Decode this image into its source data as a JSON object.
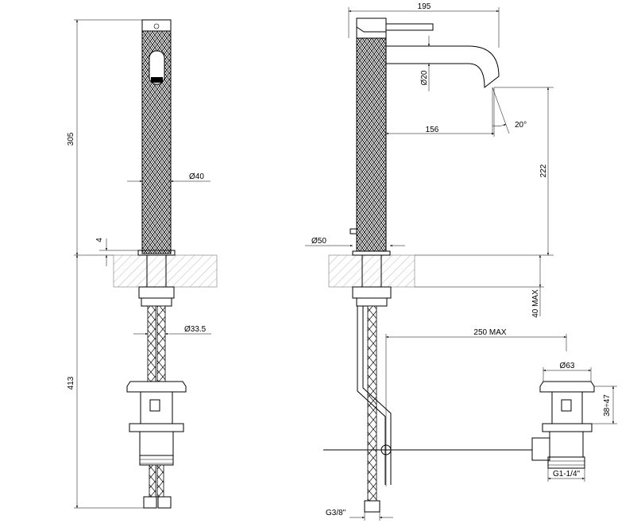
{
  "dimensions": {
    "front": {
      "height_above_counter": "305",
      "counter_gap": "4",
      "body_diameter": "Ø40",
      "hose_diameter": "Ø33.5",
      "height_below_counter": "413"
    },
    "side": {
      "total_width": "195",
      "spout_diameter": "Ø20",
      "spout_angle": "20°",
      "spout_reach": "156",
      "spout_height": "222",
      "base_diameter": "Ø50",
      "counter_thickness": "40 MAX",
      "waste_reach": "250 MAX",
      "waste_diameter": "Ø63",
      "waste_height": "38÷47",
      "waste_thread": "G1-1/4\"",
      "inlet_thread": "G3/8\""
    }
  }
}
